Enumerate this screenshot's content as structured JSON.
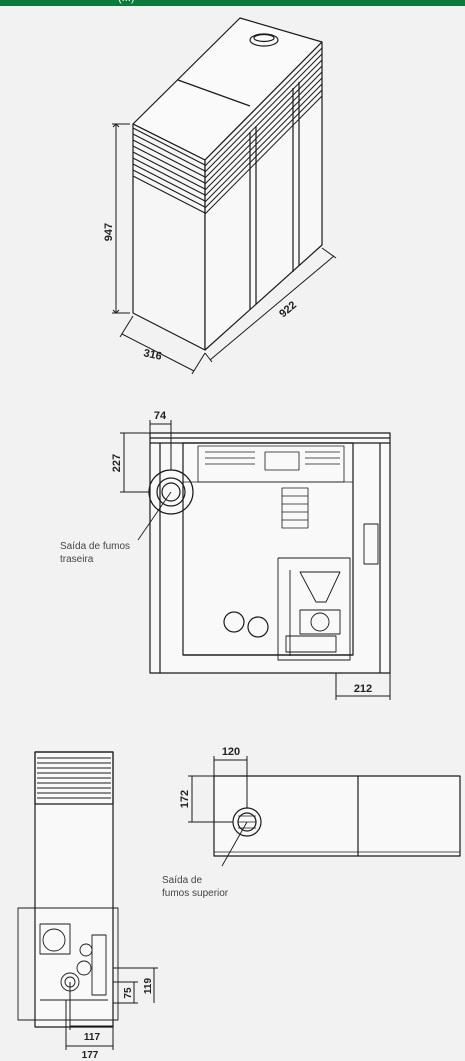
{
  "header": {
    "title": "(...)"
  },
  "iso_view": {
    "height": "947",
    "width": "316",
    "depth": "922"
  },
  "top_view": {
    "flue_offset_x": "74",
    "flue_offset_y": "227",
    "side_offset": "212",
    "rear_flue_label_line1": "Saída de fumos",
    "rear_flue_label_line2": "traseira"
  },
  "side_view": {
    "dim_117": "117",
    "dim_177": "177",
    "dim_75": "75",
    "dim_119": "119"
  },
  "upper_view": {
    "flue_offset_x": "120",
    "flue_offset_y": "172",
    "top_flue_label_line1": "Saída de",
    "top_flue_label_line2": "fumos superior"
  },
  "colors": {
    "header_green": "#0b7a3b",
    "background": "#f2f2f2",
    "line": "#1a1a1a"
  }
}
